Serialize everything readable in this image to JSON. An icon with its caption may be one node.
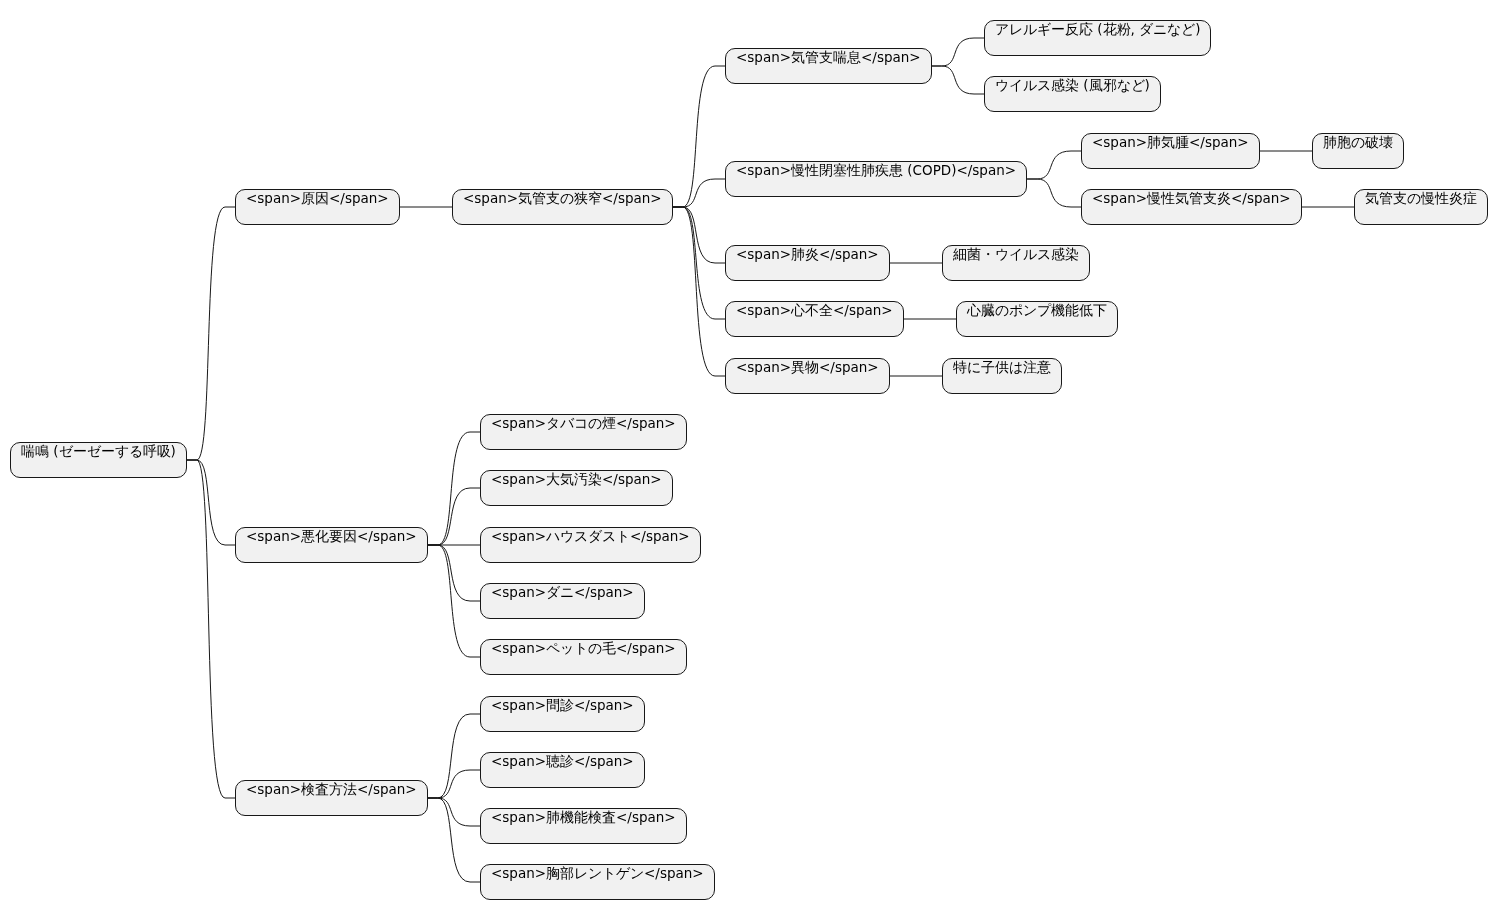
{
  "diagram": {
    "nodes": [
      {
        "text": [
          "喘鳴 (ゼーゼーする呼吸)"
        ]
      },
      {
        "text": [
          "<span>原因</span>"
        ]
      },
      {
        "text": [
          "<span>気管支の狭窄</span>"
        ]
      },
      {
        "text": [
          "<span>気管支喘息</span>"
        ]
      },
      {
        "text": [
          "アレルギー反応 (花粉, ダニなど)"
        ]
      },
      {
        "text": [
          "ウイルス感染 (風邪など)"
        ]
      },
      {
        "text": [
          "<span>慢性閉塞性肺疾患 (COPD)</span>"
        ]
      },
      {
        "text": [
          "<span>肺気腫</span>"
        ]
      },
      {
        "text": [
          "肺胞の破壊"
        ]
      },
      {
        "text": [
          "<span>慢性気管支炎</span>"
        ]
      },
      {
        "text": [
          "気管支の慢性炎症"
        ]
      },
      {
        "text": [
          "<span>肺炎</span>"
        ]
      },
      {
        "text": [
          "細菌・ウイルス感染"
        ]
      },
      {
        "text": [
          "<span>心不全</span>"
        ]
      },
      {
        "text": [
          "心臓のポンプ機能低下"
        ]
      },
      {
        "text": [
          "<span>異物</span>"
        ]
      },
      {
        "text": [
          "特に子供は注意"
        ]
      },
      {
        "text": [
          "<span>悪化要因</span>"
        ]
      },
      {
        "text": [
          "<span>タバコの煙</span>"
        ]
      },
      {
        "text": [
          "<span>大気汚染</span>"
        ]
      },
      {
        "text": [
          "<span>ハウスダスト</span>"
        ]
      },
      {
        "text": [
          "<span>ダニ</span>"
        ]
      },
      {
        "text": [
          "<span>ペットの毛</span>"
        ]
      },
      {
        "text": [
          "<span>検査方法</span>"
        ]
      },
      {
        "text": [
          "<span>問診</span>"
        ]
      },
      {
        "text": [
          "<span>聴診</span>"
        ]
      },
      {
        "text": [
          "<span>肺機能検査</span>"
        ]
      },
      {
        "text": [
          "<span>胸部レントゲン</span>"
        ]
      }
    ],
    "edges": [
      {
        "from": 0,
        "to": 1,
        "arrow": "none"
      },
      {
        "from": 1,
        "to": 2,
        "arrow": "none"
      },
      {
        "from": 2,
        "to": 3,
        "arrow": "none"
      },
      {
        "from": 3,
        "to": 4,
        "arrow": "none"
      },
      {
        "from": 3,
        "to": 5,
        "arrow": "none"
      },
      {
        "from": 2,
        "to": 6,
        "arrow": "none"
      },
      {
        "from": 6,
        "to": 7,
        "arrow": "none"
      },
      {
        "from": 7,
        "to": 8,
        "arrow": "none"
      },
      {
        "from": 6,
        "to": 9,
        "arrow": "none"
      },
      {
        "from": 9,
        "to": 10,
        "arrow": "none"
      },
      {
        "from": 2,
        "to": 11,
        "arrow": "none"
      },
      {
        "from": 11,
        "to": 12,
        "arrow": "none"
      },
      {
        "from": 2,
        "to": 13,
        "arrow": "none"
      },
      {
        "from": 13,
        "to": 14,
        "arrow": "none"
      },
      {
        "from": 2,
        "to": 15,
        "arrow": "none"
      },
      {
        "from": 15,
        "to": 16,
        "arrow": "none"
      },
      {
        "from": 0,
        "to": 17,
        "arrow": "none"
      },
      {
        "from": 17,
        "to": 18,
        "arrow": "none"
      },
      {
        "from": 17,
        "to": 19,
        "arrow": "none"
      },
      {
        "from": 17,
        "to": 20,
        "arrow": "none"
      },
      {
        "from": 17,
        "to": 21,
        "arrow": "none"
      },
      {
        "from": 17,
        "to": 22,
        "arrow": "none"
      },
      {
        "from": 0,
        "to": 23,
        "arrow": "none"
      },
      {
        "from": 23,
        "to": 24,
        "arrow": "none"
      },
      {
        "from": 23,
        "to": 25,
        "arrow": "none"
      },
      {
        "from": 23,
        "to": 26,
        "arrow": "none"
      },
      {
        "from": 23,
        "to": 27,
        "arrow": "none"
      }
    ]
  }
}
